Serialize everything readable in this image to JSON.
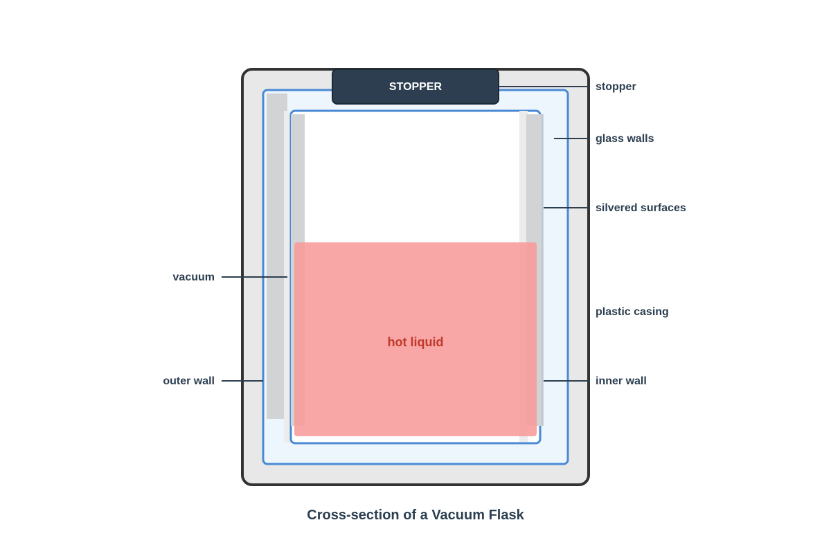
{
  "diagram": {
    "stopper_text": "STOPPER",
    "liquid_text": "hot liquid",
    "caption": "Cross-section of a Vacuum Flask",
    "labels": {
      "stopper": "stopper",
      "glass_walls": "glass walls",
      "silvered_surfaces": "silvered surfaces",
      "plastic_casing": "plastic casing",
      "inner_wall": "inner wall",
      "vacuum": "vacuum",
      "outer_wall": "outer wall"
    }
  },
  "colors": {
    "casing_fill": "#e8e8e8",
    "casing_stroke": "#333333",
    "glass_stroke": "#4a8ad4",
    "glass_fill": "#eef6fd",
    "silver": "#d2d3d5",
    "stopper_fill": "#2c3e50",
    "liquid_fill": "#f79a9a",
    "label_text": "#2c3e50"
  }
}
